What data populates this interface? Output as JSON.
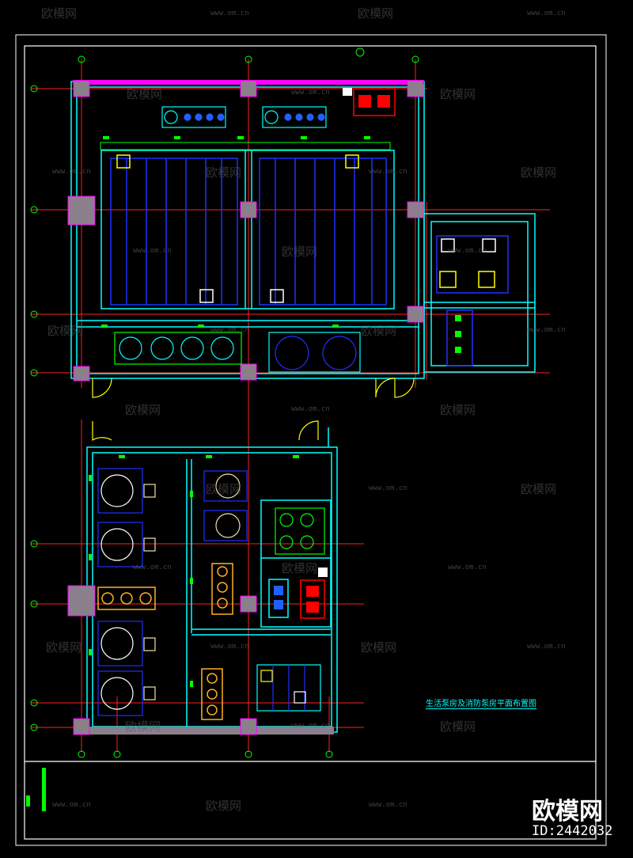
{
  "colors": {
    "background": "#000000",
    "frame": "#ffffff",
    "wall": "#00ffff",
    "grid": "#ff2020",
    "column": "#8c7f8c",
    "column_edge": "#ff00ff",
    "dim_green": "#00ff00",
    "blue": "#2030ff",
    "yellow": "#ffff00",
    "orange": "#ffb020",
    "red": "#ff0000",
    "gray": "#9090a0",
    "beige": "#f0e0b0"
  },
  "watermark": {
    "brand": "欧模网",
    "url": "www.om.cn",
    "id_label": "ID:2442032"
  },
  "drawing_title": "生活泵房及消防泵房平面布置图"
}
